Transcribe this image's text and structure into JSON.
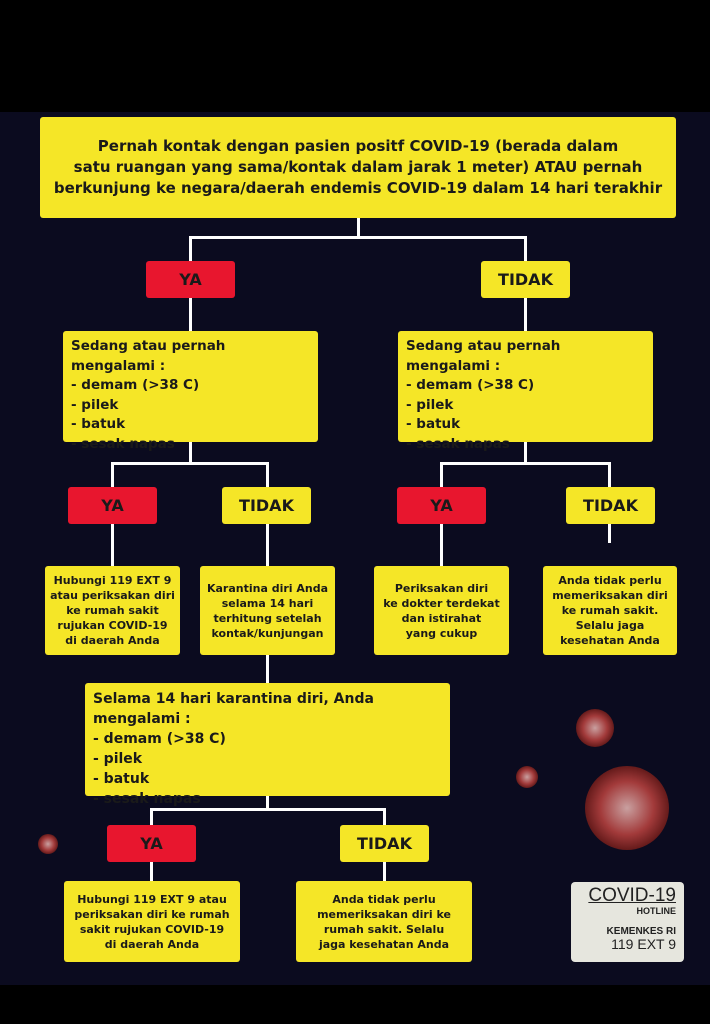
{
  "top_question": [
    "Pernah kontak dengan pasien positf COVID-19 (berada dalam",
    "satu ruangan yang sama/kontak dalam jarak 1 meter) ATAU pernah",
    "berkunjung ke negara/daerah endemis COVID-19 dalam 14 hari terakhir"
  ],
  "yes": "YA",
  "no": "TIDAK",
  "symptoms": {
    "title": "Sedang atau pernah mengalami :",
    "items": [
      "- demam (>38 C)",
      "- pilek",
      "- batuk",
      "- sesak napas"
    ]
  },
  "quarantine_symptoms": {
    "title": "Selama 14 hari karantina diri, Anda mengalami :",
    "items": [
      "- demam (>38 C)",
      "- pilek",
      "- batuk",
      "- sesak napas"
    ]
  },
  "outcomes": {
    "a": [
      "Hubungi 119 EXT 9",
      "atau periksakan diri",
      "ke rumah sakit",
      "rujukan COVID-19",
      "di daerah Anda"
    ],
    "b": [
      "Karantina diri Anda",
      "selama 14 hari",
      "terhitung setelah",
      "kontak/kunjungan"
    ],
    "c": [
      "Periksakan diri",
      "ke dokter terdekat",
      "dan istirahat",
      "yang cukup"
    ],
    "d": [
      "Anda tidak perlu",
      "memeriksakan diri",
      "ke rumah sakit.",
      "Selalu jaga",
      "kesehatan Anda"
    ],
    "e": [
      "Hubungi 119 EXT 9 atau",
      "periksakan diri ke rumah",
      "sakit rujukan COVID-19",
      "di daerah Anda"
    ],
    "f": [
      "Anda tidak perlu",
      "memeriksakan diri ke",
      "rumah sakit. Selalu",
      "jaga kesehatan Anda"
    ]
  },
  "hotline": {
    "title": "COVID-19",
    "sub": "HOTLINE",
    "org": "KEMENKES RI",
    "number": "119 EXT 9"
  }
}
